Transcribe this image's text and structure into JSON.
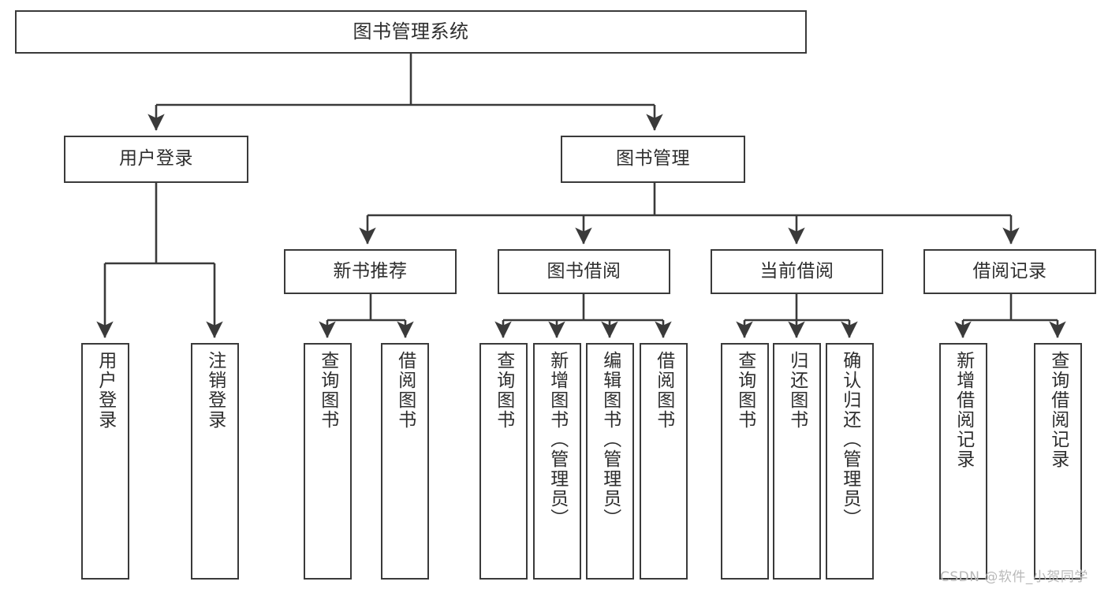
{
  "diagram": {
    "type": "hierarchy-tree",
    "title": "图书管理系统",
    "style": {
      "background": "#ffffff",
      "box_border": "#3a3a3a",
      "box_fill": "#ffffff",
      "text": "#2e2e2e",
      "edge": "#3a3a3a",
      "watermark": "#b9b9b9"
    },
    "nodes": {
      "root": {
        "label": "图书管理系统",
        "level": 1
      },
      "l2": [
        {
          "id": "user-login",
          "label": "用户登录",
          "level": 2
        },
        {
          "id": "book-manage",
          "label": "图书管理",
          "level": 2
        }
      ],
      "l3": [
        {
          "id": "new-book-recommend",
          "label": "新书推荐",
          "level": 3
        },
        {
          "id": "book-borrow",
          "label": "图书借阅",
          "level": 3
        },
        {
          "id": "current-borrow",
          "label": "当前借阅",
          "level": 3
        },
        {
          "id": "borrow-record",
          "label": "借阅记录",
          "level": 3
        }
      ],
      "leaves": {
        "user-login": [
          {
            "id": "leaf-user-login",
            "label": "用户登录"
          },
          {
            "id": "leaf-logout",
            "label": "注销登录"
          }
        ],
        "new-book-recommend": [
          {
            "id": "leaf-query-book-1",
            "label": "查询图书"
          },
          {
            "id": "leaf-borrow-book-1",
            "label": "借阅图书"
          }
        ],
        "book-borrow": [
          {
            "id": "leaf-query-book-2",
            "label": "查询图书"
          },
          {
            "id": "leaf-add-book",
            "label": "新增图书（管理员）"
          },
          {
            "id": "leaf-edit-book",
            "label": "编辑图书（管理员）"
          },
          {
            "id": "leaf-borrow-book-2",
            "label": "借阅图书"
          }
        ],
        "current-borrow": [
          {
            "id": "leaf-query-book-3",
            "label": "查询图书"
          },
          {
            "id": "leaf-return-book",
            "label": "归还图书"
          },
          {
            "id": "leaf-confirm-return",
            "label": "确认归还（管理员）"
          }
        ],
        "borrow-record": [
          {
            "id": "leaf-add-record",
            "label": "新增借阅记录"
          },
          {
            "id": "leaf-query-record",
            "label": "查询借阅记录"
          }
        ]
      }
    },
    "watermark": "CSDN @软件_小贺同学"
  }
}
